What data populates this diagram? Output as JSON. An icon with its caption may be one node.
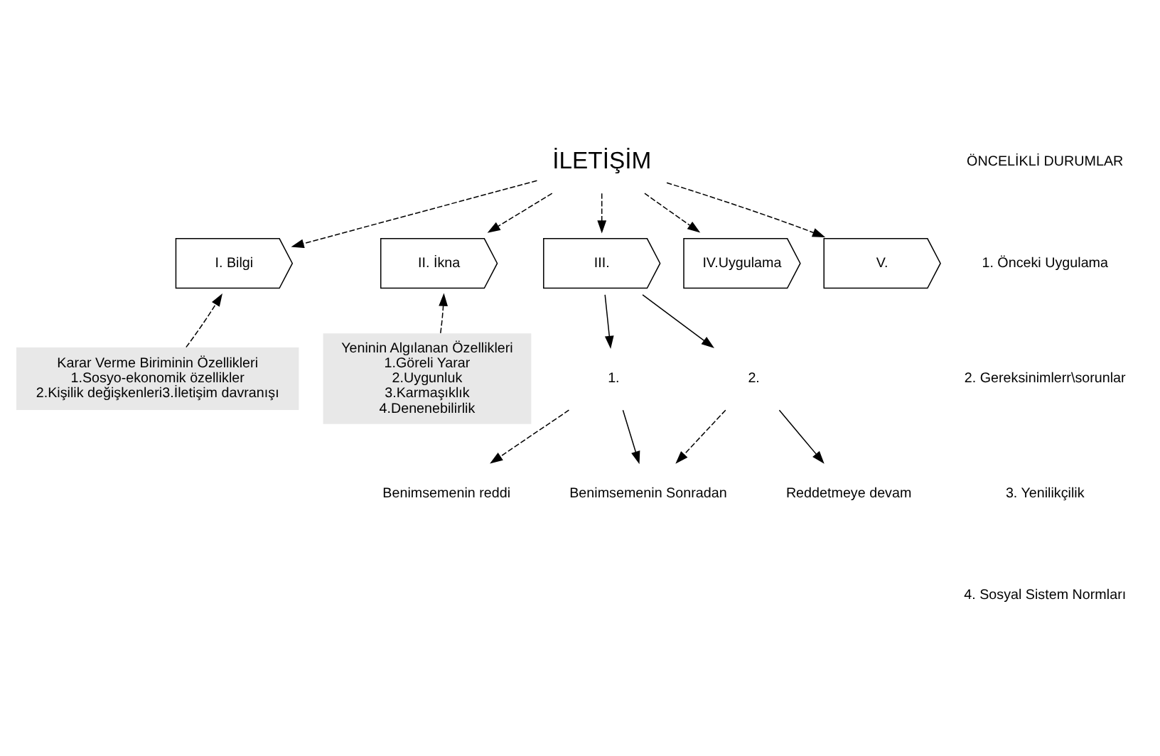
{
  "diagram": {
    "nodes": [
      {
        "text": [
          "İLETİŞİM"
        ]
      },
      {
        "text": [
          "I. Bilgi"
        ]
      },
      {
        "text": [
          "II. İkna"
        ]
      },
      {
        "text": [
          "III."
        ]
      },
      {
        "text": [
          "IV.Uygulama"
        ]
      },
      {
        "text": [
          "V."
        ]
      },
      {
        "text": [
          "Karar Verme Biriminin Özellikleri",
          "1.Sosyo-ekonomik özellikler",
          "2.Kişilik değişkenleri3.İletişim davranışı"
        ]
      },
      {
        "text": [
          "Yeninin Algılanan Özellikleri",
          "1.Göreli Yarar",
          "2.Uygunluk",
          "3.Karmaşıklık",
          "4.Denenebilirlik"
        ]
      },
      {
        "text": [
          "1."
        ]
      },
      {
        "text": [
          "2."
        ]
      },
      {
        "text": [
          "Benimsemenin Sonradan"
        ]
      },
      {
        "text": [
          "Benimsemenin reddi"
        ]
      },
      {
        "text": [
          "Reddetmeye devam"
        ]
      }
    ],
    "edges": [
      {
        "from": 0,
        "to": 1,
        "arrow": "to",
        "style": "dashed"
      },
      {
        "from": 0,
        "to": 2,
        "arrow": "to",
        "style": "dashed"
      },
      {
        "from": 0,
        "to": 3,
        "arrow": "to",
        "style": "dashed"
      },
      {
        "from": 0,
        "to": 4,
        "arrow": "to",
        "style": "dashed"
      },
      {
        "from": 0,
        "to": 5,
        "arrow": "to",
        "style": "dashed"
      },
      {
        "from": 6,
        "to": 1,
        "arrow": "to",
        "style": "dashed"
      },
      {
        "from": 7,
        "to": 2,
        "arrow": "to",
        "style": "dashed"
      },
      {
        "from": 3,
        "to": 8,
        "arrow": "to"
      },
      {
        "from": 3,
        "to": 9,
        "arrow": "to"
      },
      {
        "from": 8,
        "to": 10,
        "arrow": "to"
      },
      {
        "from": 8,
        "to": 11,
        "arrow": "to",
        "style": "dashed"
      },
      {
        "from": 9,
        "to": 10,
        "arrow": "to",
        "style": "dashed"
      },
      {
        "from": 9,
        "to": 12,
        "arrow": "to"
      }
    ],
    "labels": [
      "ÖNCELİKLİ DURUMLAR",
      "1. Önceki Uygulama",
      "2. Gereksinimlerr\\sorunlar",
      "3. Yenilikçilik",
      "4. Sosyal Sistem Normları"
    ]
  }
}
